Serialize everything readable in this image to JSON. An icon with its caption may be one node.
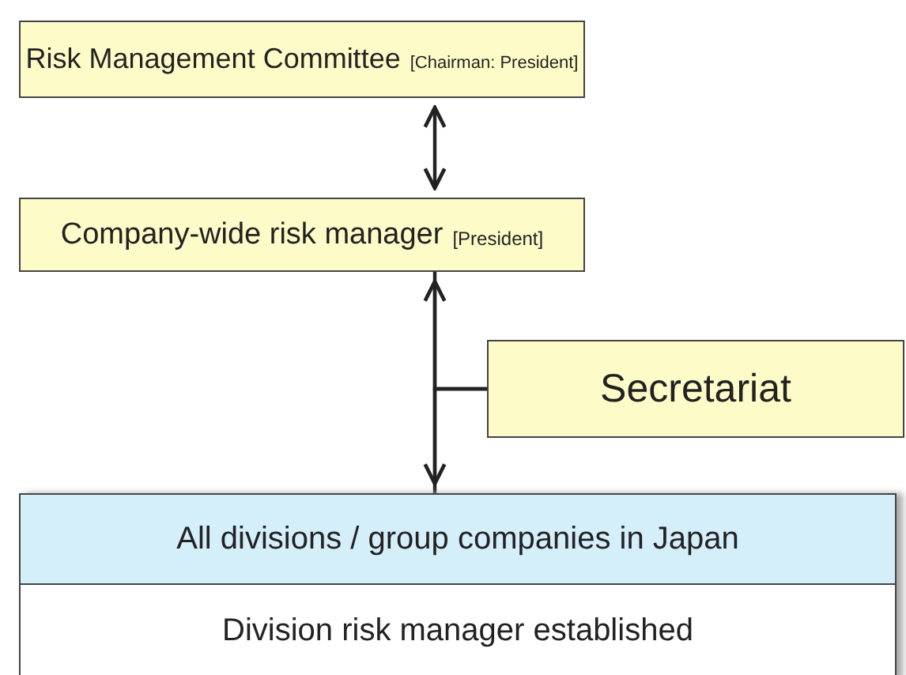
{
  "diagram": {
    "nodes": [
      {
        "text": [
          "Risk Management Committee",
          "[Chairman: President]"
        ]
      },
      {
        "text": [
          "Company-wide risk manager",
          "[President]"
        ]
      },
      {
        "text": [
          "Secretariat"
        ]
      },
      {
        "text": [
          "All divisions / group companies in Japan",
          "Division risk manager established"
        ]
      }
    ],
    "edges": [
      {
        "from": 0,
        "to": 1,
        "arrow": "both"
      },
      {
        "from": 1,
        "to": 3,
        "arrow": "both"
      },
      {
        "from": 2,
        "to": 1,
        "arrow": "none"
      },
      {
        "from": 2,
        "to": 3,
        "arrow": "none"
      }
    ]
  }
}
